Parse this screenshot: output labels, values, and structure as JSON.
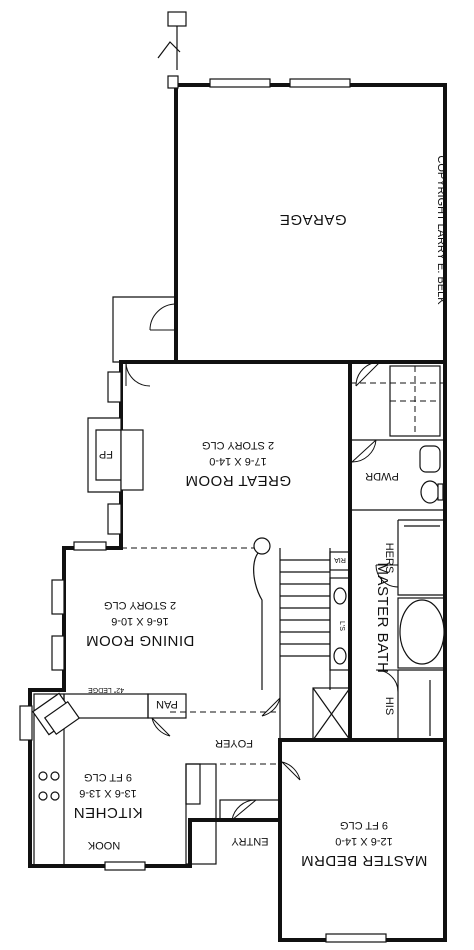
{
  "plan": {
    "rooms": {
      "garage": {
        "name": "GARAGE"
      },
      "great_room": {
        "name": "GREAT ROOM",
        "size": "17-6 X 14-0",
        "note": "2 STORY CLG"
      },
      "dining_room": {
        "name": "DINING ROOM",
        "size": "16-6 X 10-6",
        "note": "2 STORY CLG"
      },
      "kitchen": {
        "name": "KITCHEN",
        "size": "13-6 X 13-6",
        "note": "9 FT CLG"
      },
      "master_bedroom": {
        "name": "MASTER BEDRM",
        "size": "12-6 X 14-0",
        "note": "9 FT CLG"
      },
      "master_bath": {
        "name": "MASTER BATH"
      }
    },
    "labels": {
      "fireplace": "FP",
      "powder": "PWDR",
      "hers": "HERS",
      "his": "HIS",
      "ria": "RIA",
      "linen": "L'S",
      "pantry": "PAN",
      "ledge": "42\" LEDGE",
      "foyer": "FOYER",
      "entry": "ENTRY",
      "nook": "NOOK"
    },
    "copyright": "COPYRIGHT LARRY E. BELK"
  }
}
